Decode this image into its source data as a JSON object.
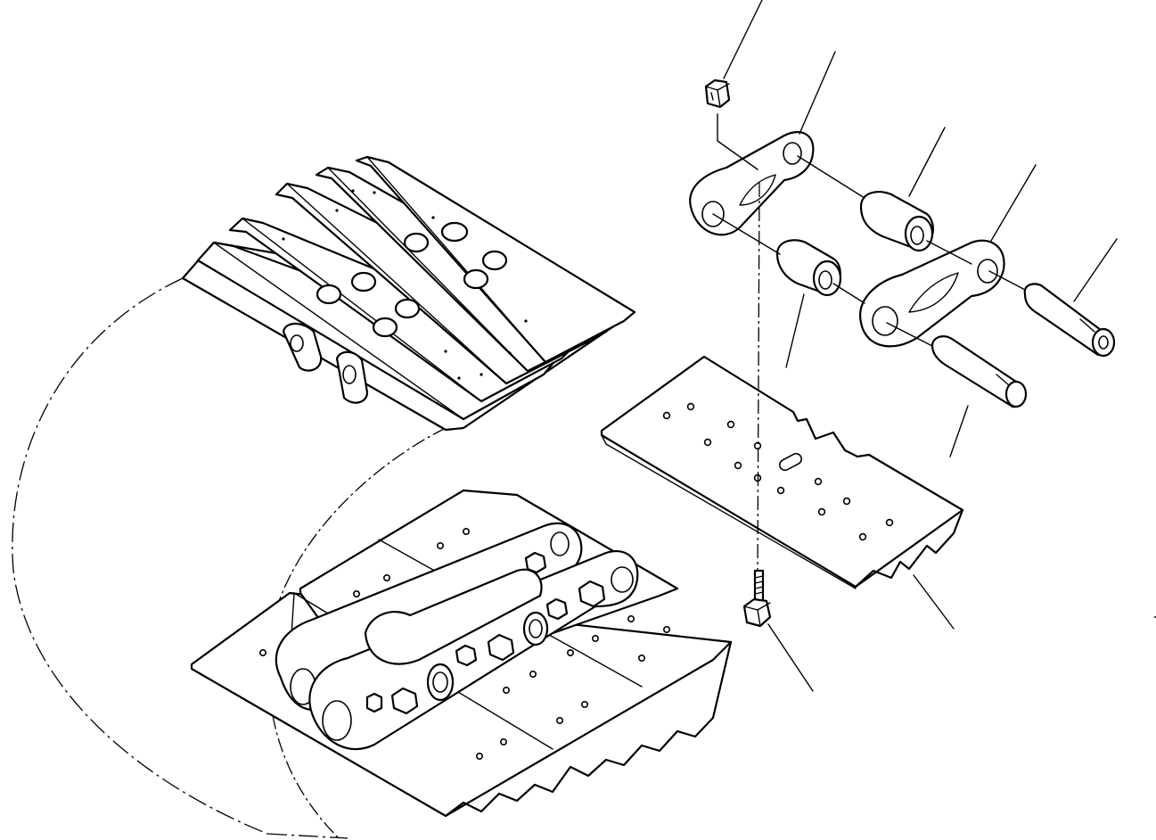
{
  "diagram": {
    "components": [
      {
        "id": "track-assembly-upper",
        "kind": "track shoe assembly"
      },
      {
        "id": "track-assembly-lower",
        "kind": "track link assembly"
      },
      {
        "id": "nut",
        "kind": "nut"
      },
      {
        "id": "link-front",
        "kind": "track link"
      },
      {
        "id": "bushing-upper",
        "kind": "bushing"
      },
      {
        "id": "bushing-lower",
        "kind": "bushing"
      },
      {
        "id": "link-rear",
        "kind": "track link"
      },
      {
        "id": "pin-upper",
        "kind": "pin"
      },
      {
        "id": "pin-lower",
        "kind": "pin"
      },
      {
        "id": "shoe",
        "kind": "track shoe"
      },
      {
        "id": "bolt",
        "kind": "bolt"
      }
    ],
    "leaders": 8
  }
}
